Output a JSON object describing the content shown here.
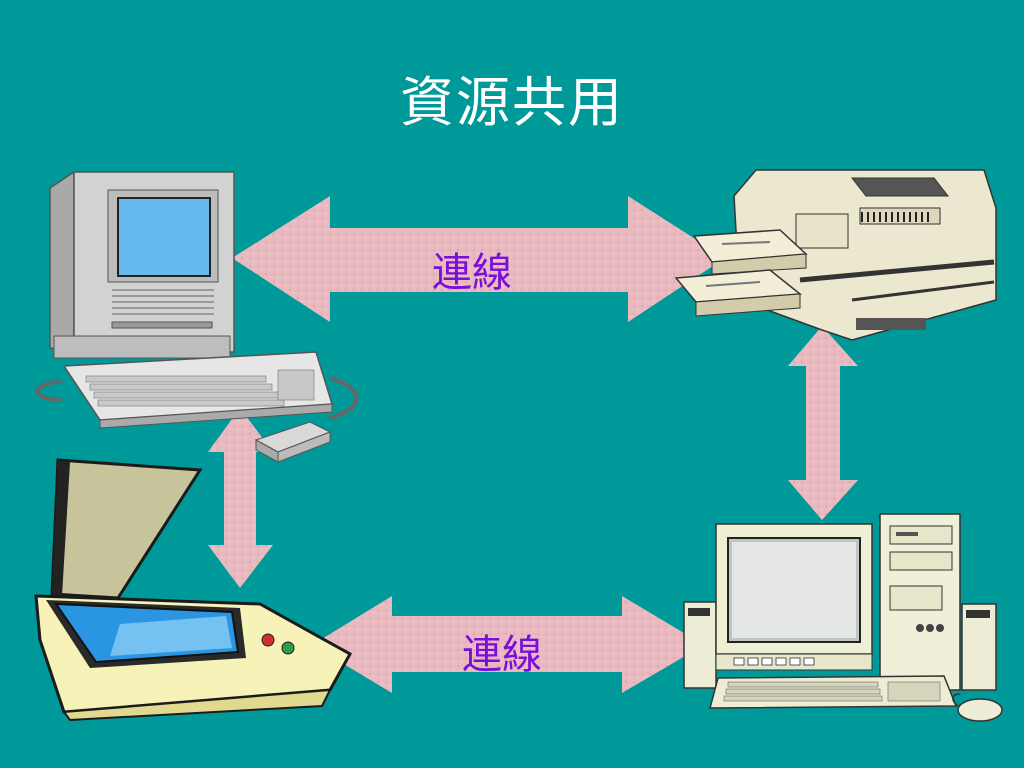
{
  "title": "資源共用",
  "connections": {
    "top_label": "連線",
    "bottom_label": "連線"
  },
  "devices": {
    "top_left": "mac-computer-icon",
    "top_right": "laser-printer-icon",
    "bottom_left": "flatbed-scanner-icon",
    "bottom_right": "pc-computer-icon"
  },
  "colors": {
    "background": "#009999",
    "arrow": "#e8b8bf",
    "label": "#7a10d8",
    "title": "#ffffff"
  }
}
